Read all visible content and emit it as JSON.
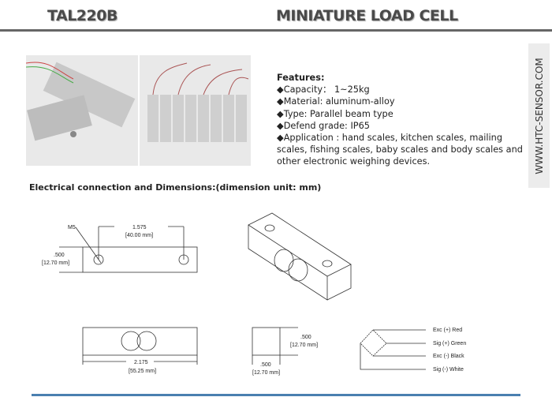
{
  "header": {
    "model": "TAL220B",
    "title": "MINIATURE LOAD CELL"
  },
  "features": {
    "heading": "Features:",
    "items": [
      "◆Capacity： 1~25kg",
      "◆Material: aluminum-alloy",
      "◆Type: Parallel beam type",
      "◆Defend grade: IP65",
      "◆Application : hand scales, kitchen scales, mailing scales, fishing scales, baby scales and body scales and other electronic weighing devices."
    ]
  },
  "side_banner": "WWW.HTC-SENSOR.COM",
  "section_heading": "Electrical connection and Dimensions:(dimension unit: mm)",
  "dimensions": {
    "thread": "M5",
    "hole_spacing_in": "1.575",
    "hole_spacing_mm": "[40.00 mm]",
    "height_in": ".500",
    "height_mm": "[12.70 mm]",
    "length_in": "2.175",
    "length_mm": "[55.25 mm]",
    "width_in": ".500",
    "width_mm": "[12.70 mm]"
  },
  "wiring": [
    "Exc (+) Red",
    "Sig (+) Green",
    "Exc (-) Black",
    "Sig (-) White"
  ]
}
